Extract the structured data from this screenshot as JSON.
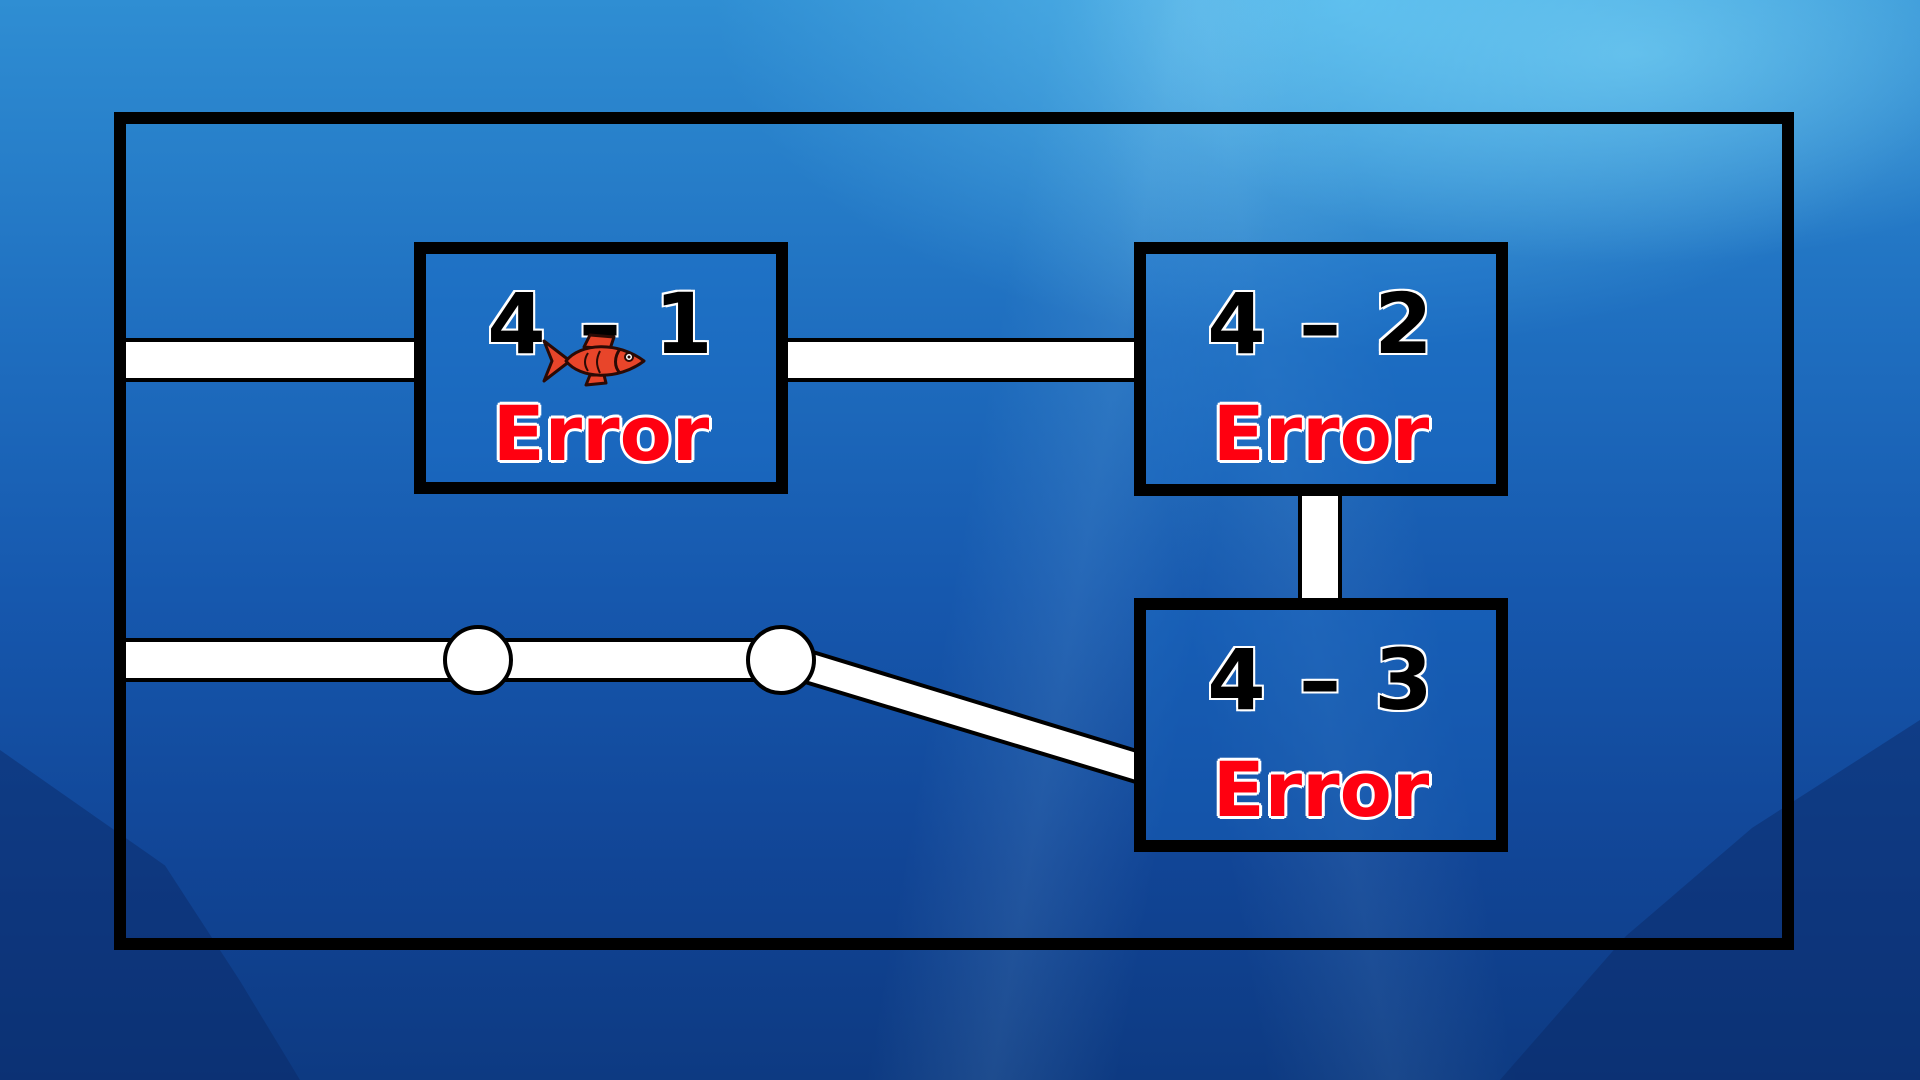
{
  "levels": [
    {
      "number": "4 – 1",
      "status": "Error",
      "current": true
    },
    {
      "number": "4 – 2",
      "status": "Error",
      "current": false
    },
    {
      "number": "4 – 3",
      "status": "Error",
      "current": false
    }
  ],
  "player": {
    "icon": "fish-icon",
    "color": "#e8452a"
  },
  "colors": {
    "status_error": "#ff0010",
    "path": "#ffffff",
    "outline": "#000000"
  }
}
